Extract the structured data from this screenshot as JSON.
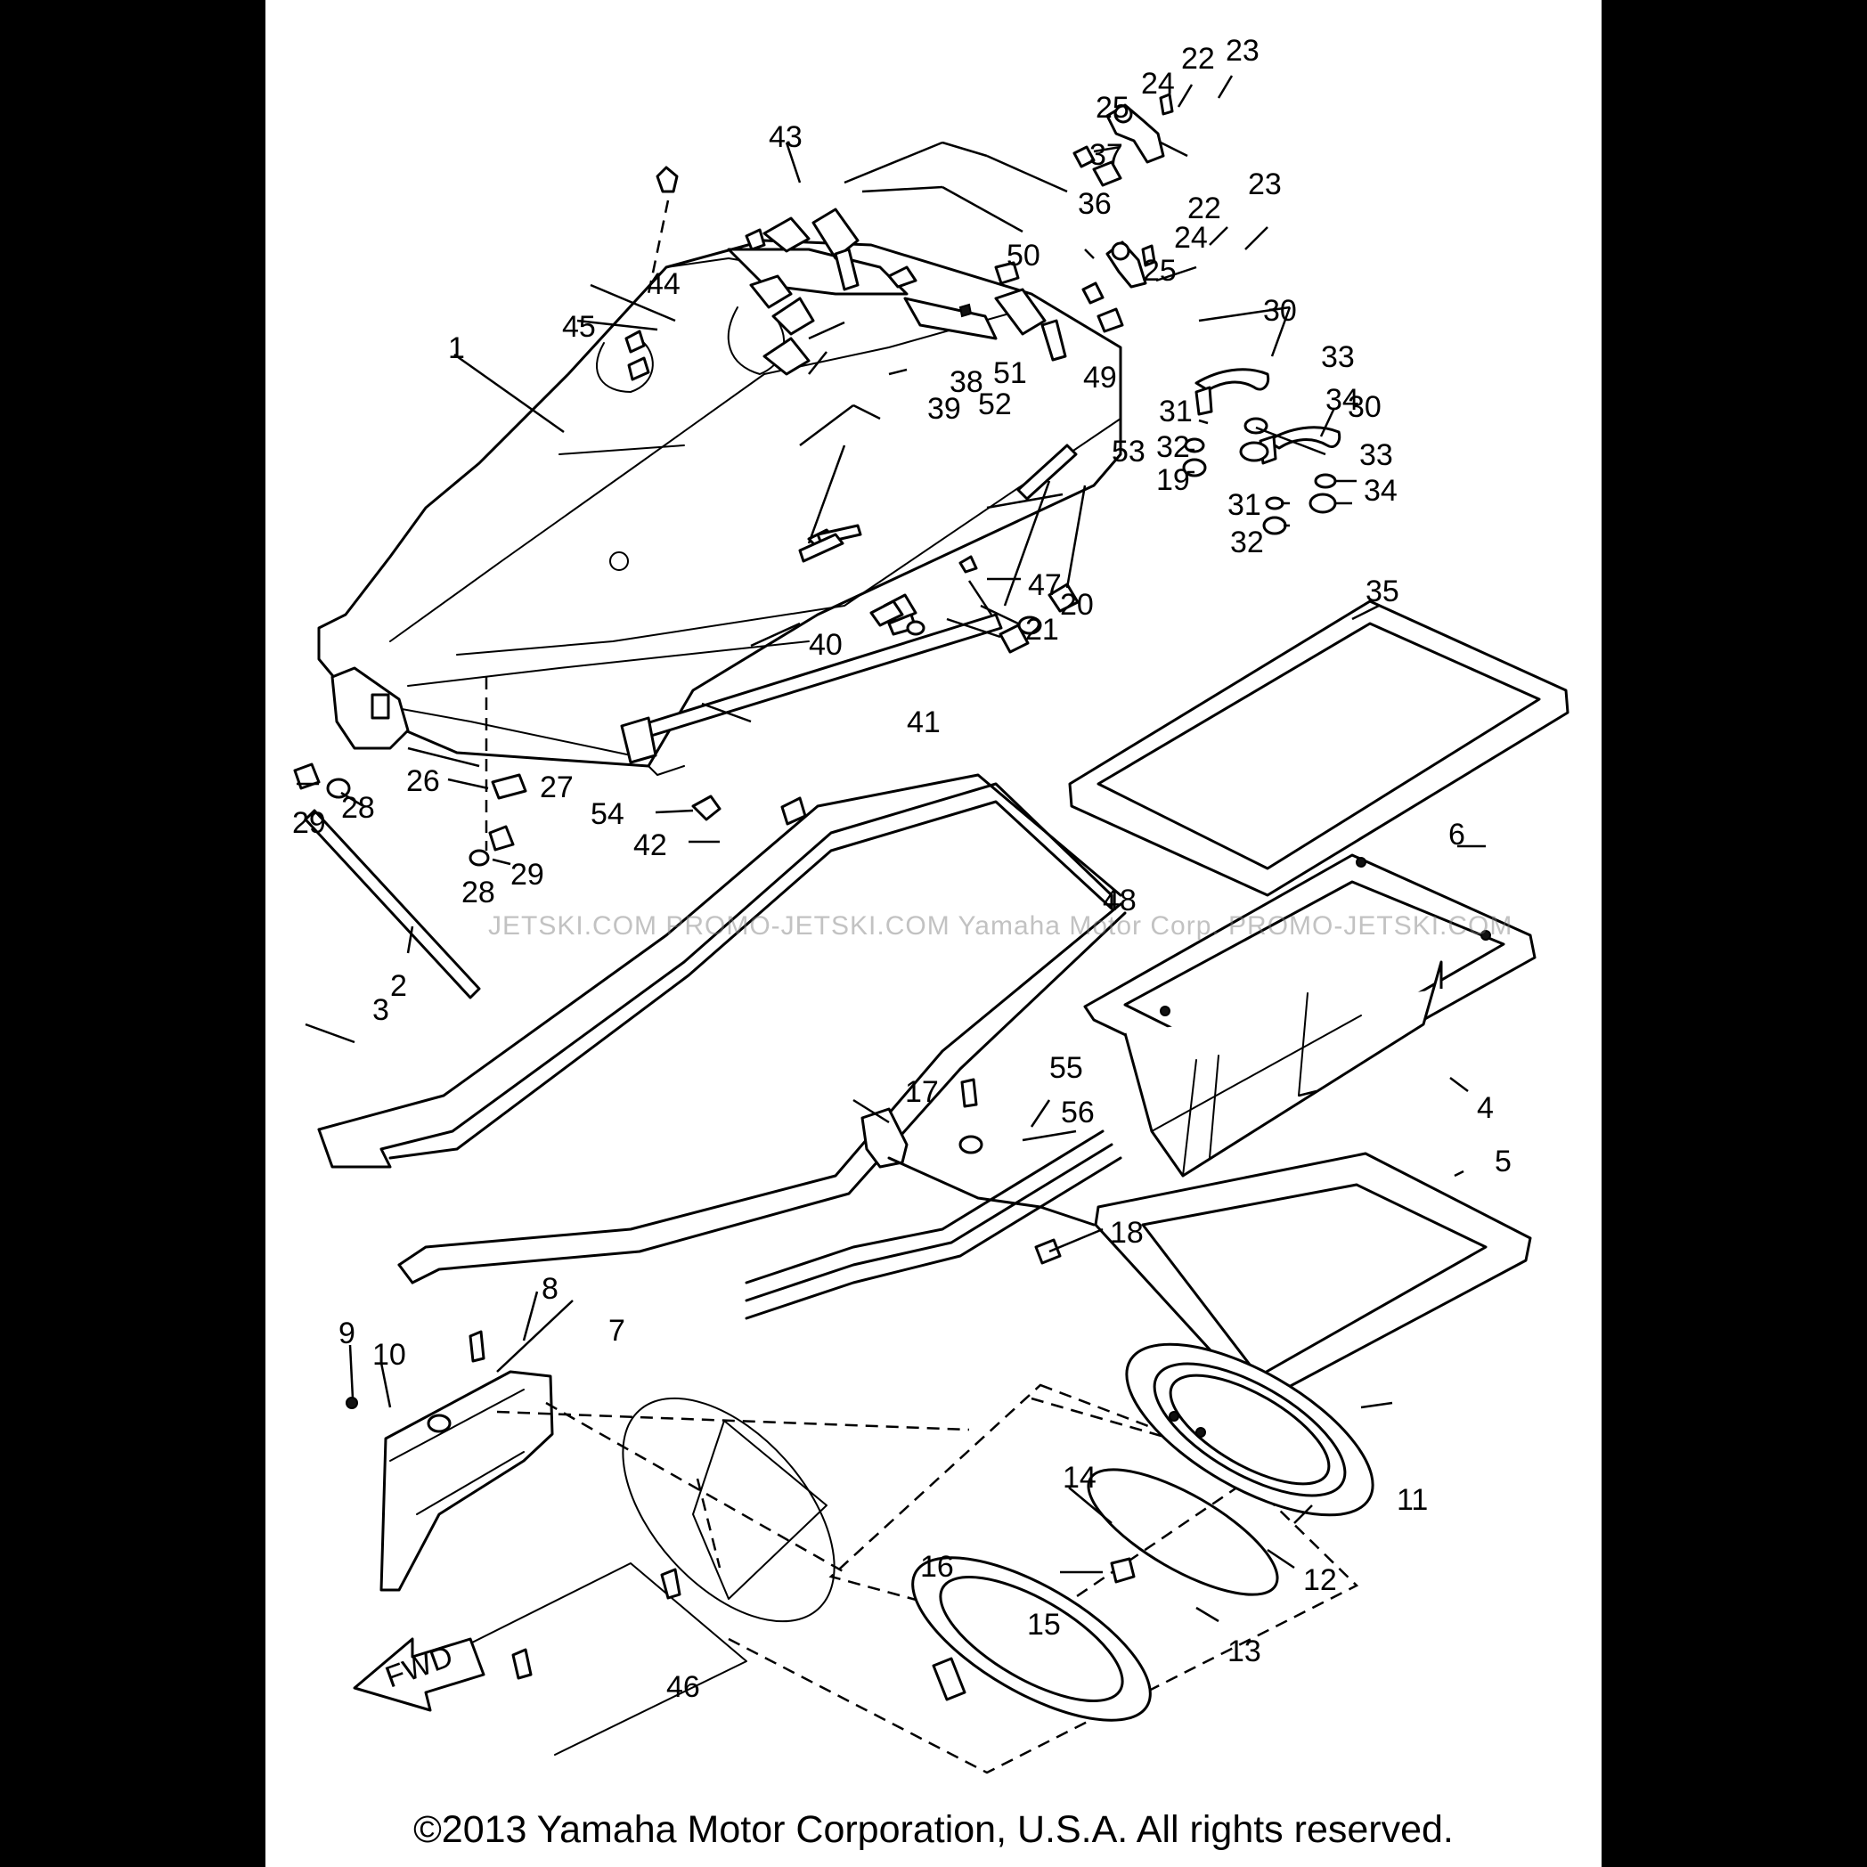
{
  "diagram": {
    "callouts": [
      "1",
      "2",
      "3",
      "4",
      "5",
      "6",
      "7",
      "8",
      "9",
      "10",
      "11",
      "12",
      "13",
      "14",
      "15",
      "16",
      "17",
      "18",
      "19",
      "20",
      "21",
      "22",
      "22",
      "23",
      "23",
      "24",
      "24",
      "25",
      "25",
      "26",
      "27",
      "28",
      "28",
      "29",
      "29",
      "30",
      "30",
      "31",
      "31",
      "32",
      "32",
      "33",
      "33",
      "34",
      "34",
      "35",
      "36",
      "37",
      "38",
      "39",
      "40",
      "41",
      "42",
      "43",
      "44",
      "45",
      "46",
      "47",
      "48",
      "49",
      "50",
      "51",
      "52",
      "53",
      "54",
      "55",
      "56"
    ],
    "fwd_arrow": "FWD"
  },
  "watermark": "JETSKI.COM     PROMO-JETSKI.COM     Yamaha Motor Corp. PROMO-JETSKI.COM",
  "footer": {
    "copyright": "©2013 Yamaha Motor Corporation, U.S.A. All rights reserved."
  }
}
